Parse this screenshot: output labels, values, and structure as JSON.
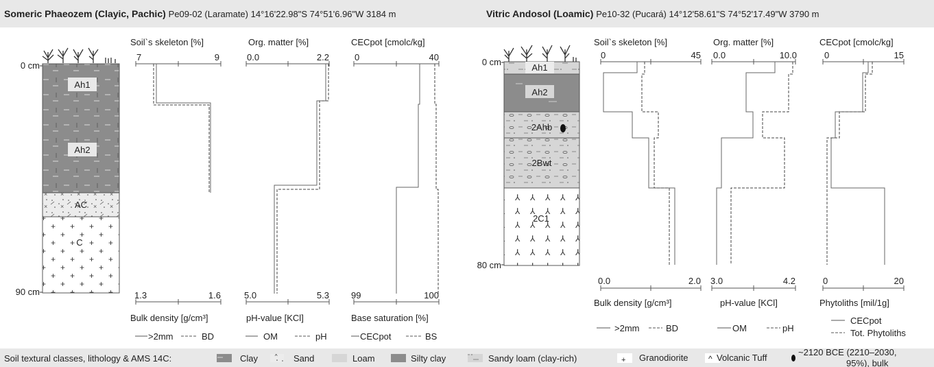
{
  "profiles": [
    {
      "soil_type": "Someric Phaeozem (Clayic, Pachic)",
      "site_info": "Pe09-02 (Laramate) 14°16'22.98\"S 74°51'6.96\"W 3184 m",
      "depth_top": "0 cm",
      "depth_bottom": "90 cm",
      "horizons": [
        "Ah1",
        "Ah2",
        "AC",
        "C"
      ],
      "panels": [
        {
          "top_title": "Soil`s skeleton [%]",
          "top_min": "7",
          "top_max": "9",
          "bottom_min": "1.3",
          "bottom_max": "1.6",
          "bottom_title": "Bulk density [g/cm³]",
          "legend_solid": ">2mm",
          "legend_dashed": "BD"
        },
        {
          "top_title": "Org. matter [%]",
          "top_min": "0.0",
          "top_max": "2.2",
          "bottom_min": "5.0",
          "bottom_max": "5.3",
          "bottom_title": "pH-value [KCl]",
          "legend_solid": "OM",
          "legend_dashed": "pH"
        },
        {
          "top_title": "CECpot [cmolc/kg]",
          "top_min": "0",
          "top_max": "40",
          "bottom_min": "99",
          "bottom_max": "100",
          "bottom_title": "Base saturation [%]",
          "legend_solid": "CECpot",
          "legend_dashed": "BS"
        }
      ]
    },
    {
      "soil_type": "Vitric Andosol (Loamic)",
      "site_info": "Pe10-32 (Pucará) 14°12'58.61\"S 74°52'17.49\"W 3790 m",
      "depth_top": "0 cm",
      "depth_bottom": "80 cm",
      "horizons": [
        "Ah1",
        "Ah2",
        "2Ahb",
        "2Bwt",
        "2C1"
      ],
      "panels": [
        {
          "top_title": "Soil`s skeleton [%]",
          "top_min": "0",
          "top_max": "45",
          "bottom_min": "0.0",
          "bottom_max": "2.0",
          "bottom_title": "Bulk density [g/cm³]",
          "legend_solid": ">2mm",
          "legend_dashed": "BD"
        },
        {
          "top_title": "Org. matter [%]",
          "top_min": "0.0",
          "top_max": "10.0",
          "bottom_min": "3.0",
          "bottom_max": "4.2",
          "bottom_title": "pH-value [KCl]",
          "legend_solid": "OM",
          "legend_dashed": "pH"
        },
        {
          "top_title": "CECpot [cmolc/kg]",
          "top_min": "0",
          "top_max": "15",
          "bottom_min": "0",
          "bottom_max": "20",
          "bottom_title": "Phytoliths [mil/1g]",
          "legend_solid": "CECpot",
          "legend_dashed": "Tot. Phytoliths"
        }
      ]
    }
  ],
  "legend": {
    "intro": "Soil textural classes, lithology & AMS 14C:",
    "items": [
      "Clay",
      "Sand",
      "Loam",
      "Silty clay",
      "Sandy loam (clay-rich)",
      "Granodiorite",
      "Volcanic Tuff"
    ],
    "dating_line1": "~2120 BCE (2210–2030,",
    "dating_line2": "95%), bulk"
  },
  "colors": {
    "header_bg": "#e8e8e8",
    "dark_grey": "#8c8c8c",
    "light_grey": "#d6d6d6",
    "line": "#555555"
  }
}
